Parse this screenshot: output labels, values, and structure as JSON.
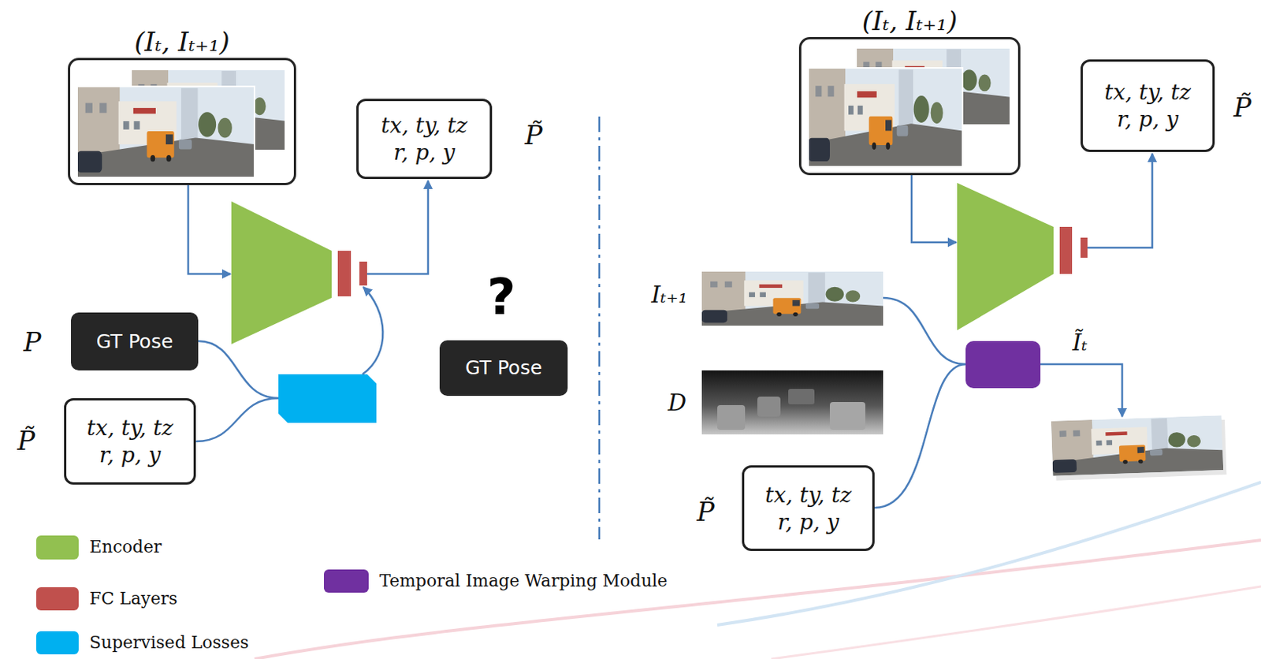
{
  "diagram": {
    "nodes": [
      {
        "text": [
          "(Iₜ, Iₜ₊₁)"
        ]
      },
      {
        "text": [
          "tx, ty, tz r, p, y"
        ]
      },
      {
        "text": [
          "GT Pose"
        ]
      },
      {
        "text": [
          "tx, ty, tz r, p, y"
        ]
      },
      {
        "text": [
          "GT Pose"
        ]
      },
      {
        "text": [
          "(Iₜ, Iₜ₊₁)"
        ]
      },
      {
        "text": [
          "tx, ty, tz r, p, y"
        ]
      },
      {
        "text": [
          "tx, ty, tz r, p, y"
        ]
      }
    ],
    "labels": [
      "P̃",
      "P",
      "P̃",
      "?",
      "P̃",
      "Iₜ₊₁",
      "D",
      "Ĩₜ",
      "P̃"
    ],
    "legend": [
      {
        "text": "Encoder",
        "color": "#92c050"
      },
      {
        "text": "FC Layers",
        "color": "#c0504d"
      },
      {
        "text": "Supervised Losses",
        "color": "#00b0f0"
      },
      {
        "text": "Temporal Image Warping Module",
        "color": "#7030a0"
      }
    ]
  }
}
